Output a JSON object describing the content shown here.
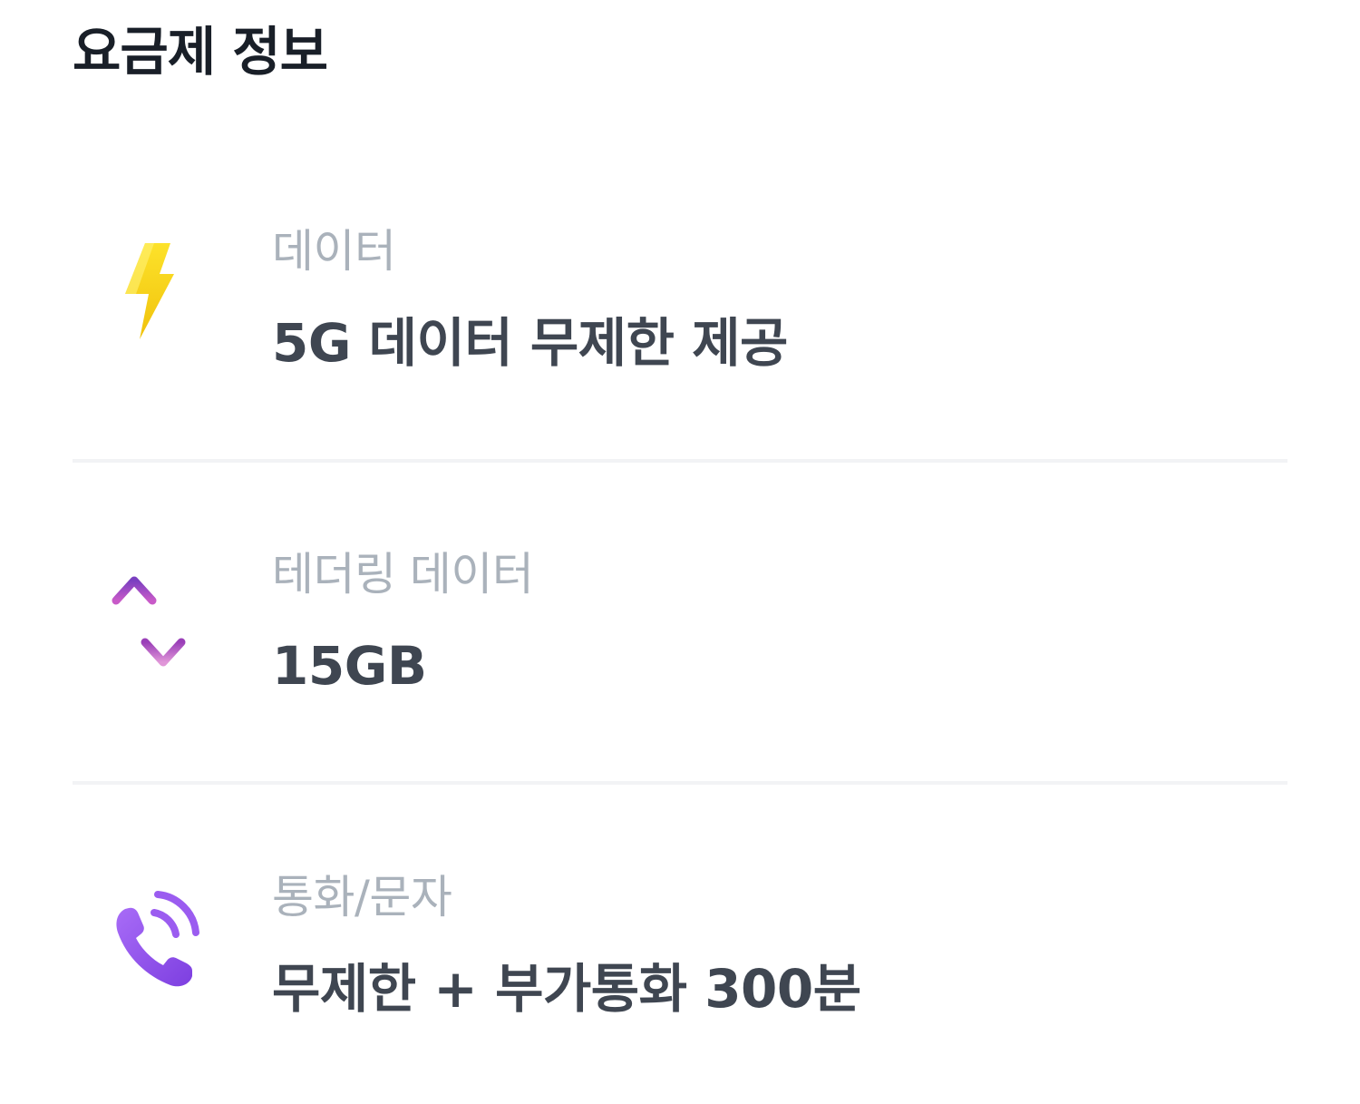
{
  "section": {
    "title": "요금제 정보"
  },
  "rows": [
    {
      "icon": "lightning-icon",
      "label": "데이터",
      "value": "5G 데이터 무제한 제공"
    },
    {
      "icon": "up-down-arrows-icon",
      "label": "테더링 데이터",
      "value": "15GB"
    },
    {
      "icon": "phone-call-icon",
      "label": "통화/문자",
      "value": "무제한 + 부가통화 300분"
    }
  ],
  "colors": {
    "title": "#191f28",
    "label": "#aab2bb",
    "value": "#3f4651",
    "divider": "#f2f3f5",
    "lightning": "#f7d417",
    "arrows": "#a748c9",
    "phone": "#9b5cf0"
  }
}
